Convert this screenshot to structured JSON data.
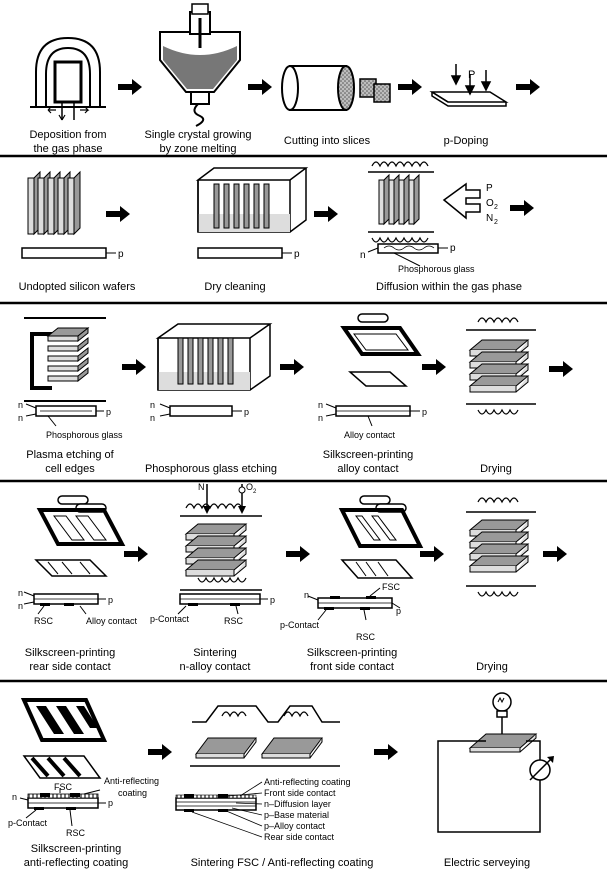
{
  "rows": [
    {
      "steps": [
        {
          "label": [
            "Deposition from",
            "the gas phase"
          ]
        },
        {
          "label": [
            "Single crystal growing",
            "by zone melting"
          ]
        },
        {
          "label": [
            "Cutting into slices"
          ]
        },
        {
          "label": [
            "p-Doping"
          ],
          "letter": "P"
        }
      ]
    },
    {
      "steps": [
        {
          "label": [
            "Undopted silicon wafers"
          ],
          "type": "p"
        },
        {
          "label": [
            "Dry cleaning"
          ],
          "type": "p"
        },
        {
          "label": [
            "Diffusion within the gas phase"
          ],
          "gases": [
            "P",
            "O",
            "N"
          ],
          "subs": [
            "2",
            "2"
          ],
          "layer_n": "n",
          "layer_p": "p",
          "note": "Phosphorous glass"
        }
      ]
    },
    {
      "steps": [
        {
          "label": [
            "Plasma etching of",
            "cell edges"
          ],
          "n1": "n",
          "n2": "n",
          "p": "p",
          "note": "Phosphorous glass"
        },
        {
          "label": [
            "Phosphorous glass etching"
          ],
          "n1": "n",
          "n2": "n",
          "p": "p"
        },
        {
          "label": [
            "Silkscreen-printing",
            "alloy contact"
          ],
          "n1": "n",
          "n2": "n",
          "p": "p",
          "note": "Alloy contact"
        },
        {
          "label": [
            "Drying"
          ]
        }
      ]
    },
    {
      "steps": [
        {
          "label": [
            "Silkscreen-printing",
            "rear side contact"
          ],
          "n1": "n",
          "n2": "n",
          "p": "p",
          "rsc": "RSC",
          "alloy": "Alloy contact"
        },
        {
          "label": [
            "Sintering",
            "n-alloy contact"
          ],
          "n": "N",
          "o": "O",
          "o_sub": "2",
          "pcontact": "p-Contact",
          "rsc": "RSC",
          "p": "p"
        },
        {
          "label": [
            "Silkscreen-printing",
            "front side contact"
          ],
          "n": "n",
          "fsc": "FSC",
          "p": "p",
          "pcontact": "p-Contact",
          "rsc": "RSC"
        },
        {
          "label": [
            "Drying"
          ]
        }
      ]
    },
    {
      "steps": [
        {
          "label": [
            "Silkscreen-printing",
            "anti-reflecting coating"
          ],
          "fsc": "FSC",
          "arc": [
            "Anti-reflecting",
            "coating"
          ],
          "n": "n",
          "p": "p",
          "pcontact": "p-Contact",
          "rsc": "RSC"
        },
        {
          "label": [
            "Sintering FSC / Anti-reflecting coating"
          ],
          "legend": [
            "Anti-reflecting coating",
            "Front side contact",
            "n–Diffusion layer",
            "p–Base material",
            "p–Alloy contact",
            "Rear side contact"
          ]
        },
        {
          "label": [
            "Electric serveying"
          ]
        }
      ]
    }
  ]
}
